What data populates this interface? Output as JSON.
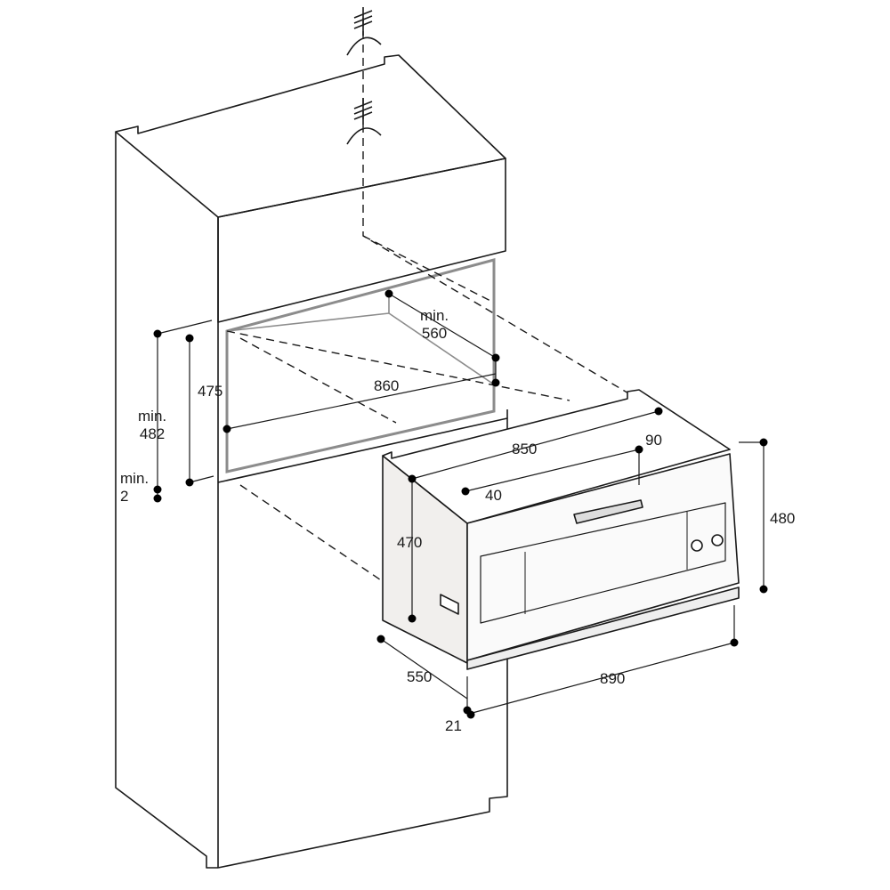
{
  "diagram": {
    "colors": {
      "line": "#1a1a1a",
      "niche": "#8c8c8c",
      "oven_side": "#f1efed",
      "oven_front": "#fafafa"
    },
    "niche": {
      "depth_label": "min.",
      "depth_value": "560",
      "width": "860",
      "height": "475",
      "min_height_label": "min.",
      "min_height_value": "482",
      "gap_label": "min.",
      "gap_value": "2"
    },
    "appliance": {
      "body_width": "850",
      "front_overhang_right": "90",
      "front_offset": "40",
      "body_height": "470",
      "front_height": "480",
      "body_depth": "550",
      "front_width": "890",
      "front_thickness": "21"
    }
  }
}
